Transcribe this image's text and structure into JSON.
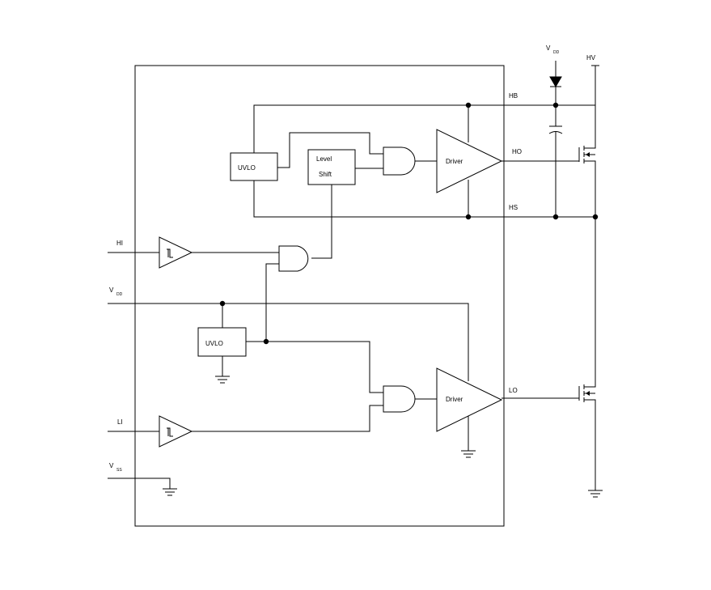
{
  "pins": {
    "hi": "HI",
    "li": "LI",
    "vdd_left": {
      "main": "V",
      "sub": "DD"
    },
    "vss": {
      "main": "V",
      "sub": "SS"
    },
    "hb": "HB",
    "ho": "HO",
    "hs": "HS",
    "lo": "LO",
    "vdd_top": {
      "main": "V",
      "sub": "DD"
    },
    "hv": "HV"
  },
  "blocks": {
    "uvlo_high": "UVLO",
    "uvlo_low": "UVLO",
    "level_shift_line1": "Level",
    "level_shift_line2": "Shift",
    "driver_high": "Driver",
    "driver_low": "Driver"
  }
}
